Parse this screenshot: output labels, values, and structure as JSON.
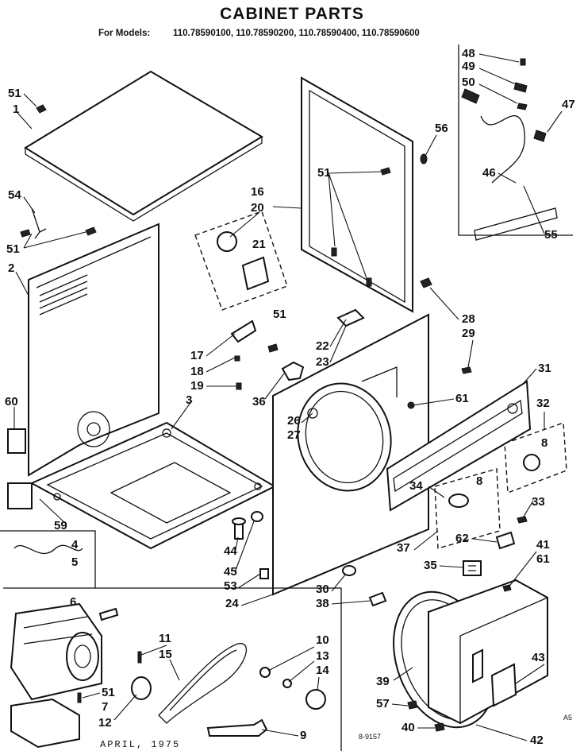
{
  "title": "CABINET PARTS",
  "models_label": "For Models:",
  "models": "110.78590100, 110.78590200, 110.78590400, 110.78590600",
  "footer_date": "APRIL, 1975",
  "drawing_code": "A5",
  "drawing_number": "8-9157",
  "callouts": [
    "51",
    "1",
    "54",
    "51",
    "2",
    "60",
    "59",
    "4",
    "5",
    "6",
    "3",
    "17",
    "18",
    "19",
    "36",
    "51",
    "16",
    "20",
    "21",
    "22",
    "23",
    "51",
    "56",
    "48",
    "49",
    "50",
    "47",
    "46",
    "55",
    "28",
    "29",
    "31",
    "61",
    "32",
    "8",
    "26",
    "27",
    "34",
    "8",
    "33",
    "62",
    "37",
    "44",
    "45",
    "53",
    "24",
    "30",
    "38",
    "35",
    "41",
    "61",
    "11",
    "15",
    "10",
    "13",
    "14",
    "51",
    "7",
    "12",
    "9",
    "39",
    "43",
    "57",
    "40",
    "42"
  ]
}
